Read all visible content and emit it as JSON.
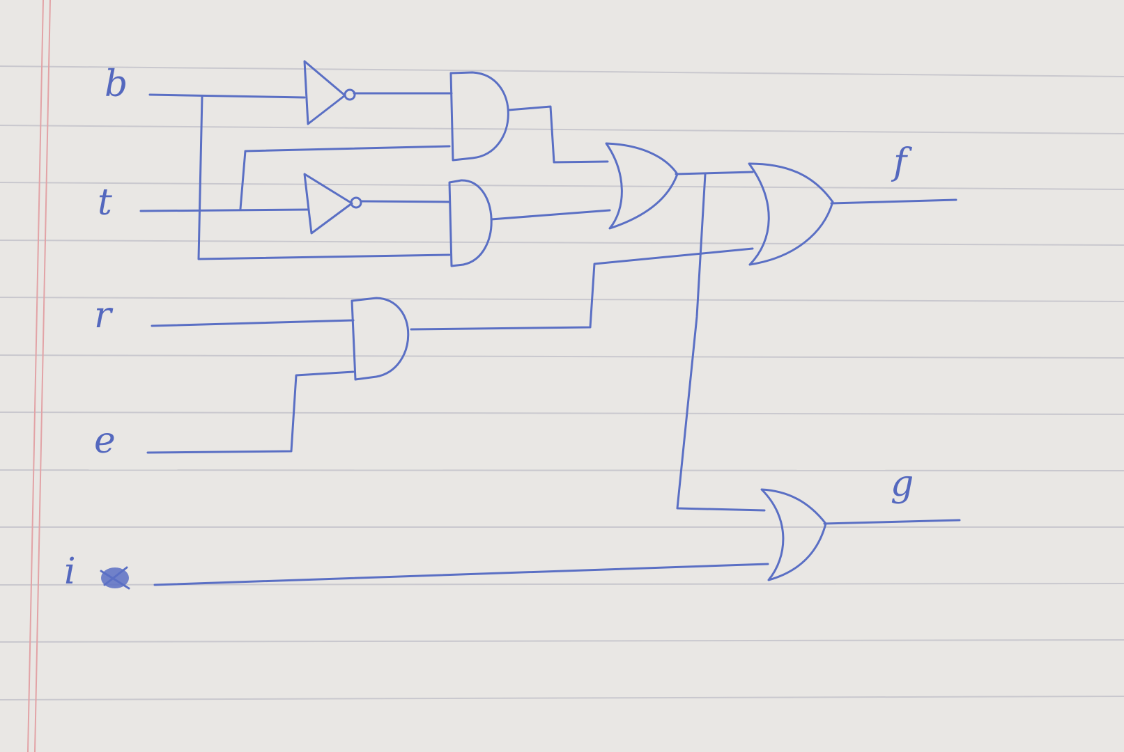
{
  "inputs": [
    "b",
    "t",
    "r",
    "e",
    "i"
  ],
  "outputs": [
    "f",
    "g"
  ],
  "gates": {
    "not_b": "NOT",
    "not_t": "NOT",
    "and_1": "AND",
    "and_2": "AND",
    "and_3": "AND",
    "or_1": "OR",
    "or_f": "OR",
    "or_g": "OR"
  },
  "colors": {
    "ink": "#5a6fc4",
    "paper": "#e9e7e4",
    "rule": "#c9c8ce",
    "margin": "#e2a3a6"
  }
}
